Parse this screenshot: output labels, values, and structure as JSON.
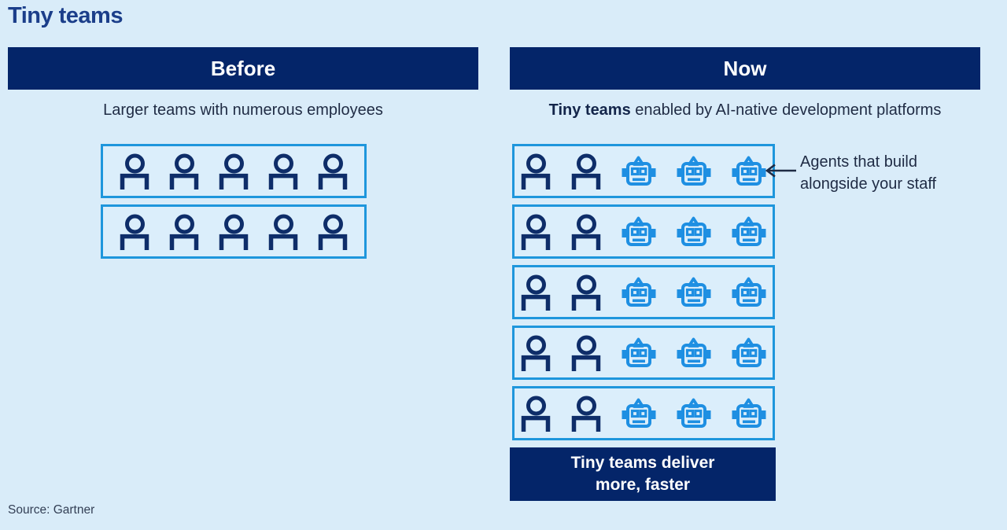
{
  "title": "Tiny teams",
  "source": "Source: Gartner",
  "colors": {
    "background": "#d9ecf9",
    "header_navy": "#042569",
    "title_navy": "#1b3e8a",
    "body_text": "#1f2b44",
    "box_border_blue": "#1e96dc",
    "robot_blue": "#1e8fe2",
    "person_navy": "#0e2d69",
    "header_text": "#ffffff"
  },
  "before": {
    "header": "Before",
    "subtitle": "Larger teams with numerous employees",
    "rows": [
      {
        "persons": 5,
        "robots": 0
      },
      {
        "persons": 5,
        "robots": 0
      }
    ]
  },
  "now": {
    "header": "Now",
    "subtitle_bold": "Tiny teams",
    "subtitle_rest": " enabled by AI-native development platforms",
    "rows": [
      {
        "persons": 2,
        "robots": 3
      },
      {
        "persons": 2,
        "robots": 3
      },
      {
        "persons": 2,
        "robots": 3
      },
      {
        "persons": 2,
        "robots": 3
      },
      {
        "persons": 2,
        "robots": 3
      }
    ],
    "annotation": {
      "line1": "Agents that build",
      "line2": "alongside your staff"
    },
    "footer_line1": "Tiny teams deliver",
    "footer_line2": "more, faster"
  }
}
